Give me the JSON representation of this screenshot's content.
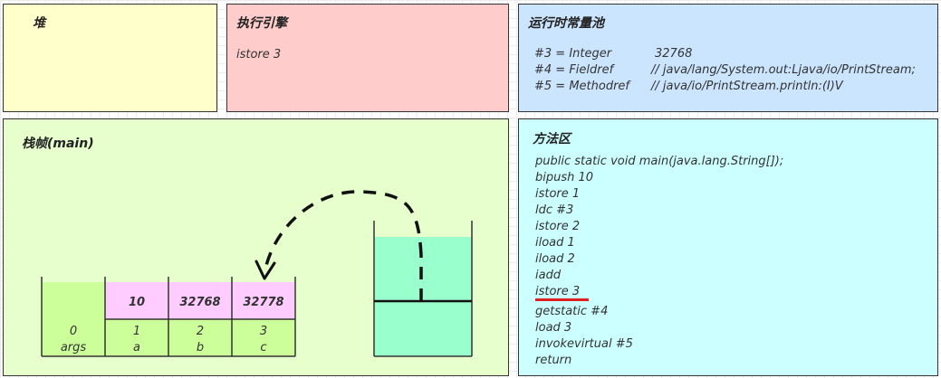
{
  "heap": {
    "title": "堆"
  },
  "engine": {
    "title": "执行引擎",
    "instruction": "istore 3"
  },
  "constant_pool": {
    "title": "运行时常量池",
    "entries": [
      {
        "ref": "#3 = Integer",
        "value": "32768"
      },
      {
        "ref": "#4 = Fieldref",
        "value": "// java/lang/System.out:Ljava/io/PrintStream;"
      },
      {
        "ref": "#5 = Methodref",
        "value": "// java/io/PrintStream.println:(I)V"
      }
    ]
  },
  "stack_frame": {
    "title": "栈帧(main)",
    "slots": [
      {
        "value": "",
        "index": "0",
        "name": "args"
      },
      {
        "value": "10",
        "index": "1",
        "name": "a"
      },
      {
        "value": "32768",
        "index": "2",
        "name": "b"
      },
      {
        "value": "32778",
        "index": "3",
        "name": "c"
      }
    ]
  },
  "method_area": {
    "title": "方法区",
    "code": [
      "public static void main(java.lang.String[]);",
      "bipush 10",
      "istore 1",
      "ldc #3",
      "istore 2",
      "iload 1",
      "iload 2",
      "iadd",
      "istore 3",
      "getstatic #4",
      "load 3",
      "invokevirtual #5",
      "return"
    ],
    "current_index": 8,
    "highlight_color": "#e02020"
  },
  "colors": {
    "heap": "#ffffcc",
    "engine": "#ffcccc",
    "constant_pool": "#cce5ff",
    "stack_frame": "#e6ffcc",
    "method_area": "#ccffff",
    "slot_args": "#ccff99",
    "slot_value": "#ffccff",
    "slot_index": "#ccff99",
    "operand_stack": "#99ffcc"
  }
}
